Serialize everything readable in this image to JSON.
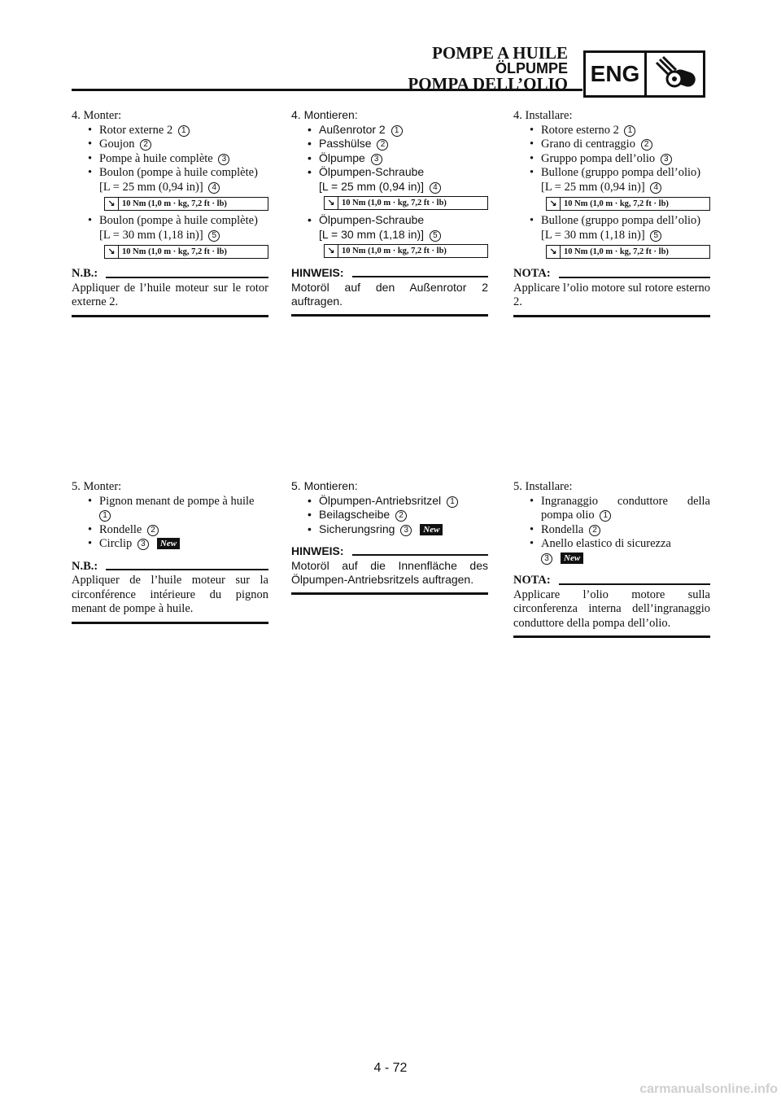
{
  "header": {
    "title_fr": "POMPE A HUILE",
    "title_de": "ÖLPUMPE",
    "title_it": "POMPA DELL’OLIO",
    "section_label": "ENG",
    "section_icon": "engine-crankshaft-icon"
  },
  "torque_value": "10 Nm (1,0 m · kg, 7,2 ft · lb)",
  "new_badge": "New",
  "fr": {
    "step4": {
      "head": "4.  Monter:",
      "i1": "Rotor externe 2",
      "i1n": "1",
      "i2": "Goujon",
      "i2n": "2",
      "i3": "Pompe à huile complète",
      "i3n": "3",
      "i4": "Boulon (pompe à huile complète)",
      "i4b": "[L = 25 mm (0,94 in)]",
      "i4n": "4",
      "i5": "Boulon (pompe à huile complète)",
      "i5b": "[L = 30 mm (1,18 in)]",
      "i5n": "5",
      "note_label": "N.B.:",
      "note_text": "Appliquer de l’huile moteur sur le rotor externe 2."
    },
    "step5": {
      "head": "5.  Monter:",
      "i1": "Pignon menant de pompe à huile",
      "i1n": "1",
      "i2": "Rondelle",
      "i2n": "2",
      "i3": "Circlip",
      "i3n": "3",
      "note_label": "N.B.:",
      "note_text": "Appliquer de l’huile moteur sur la circonférence intérieure du pignon menant de pompe à huile."
    }
  },
  "de": {
    "step4": {
      "head": "4.  Montieren:",
      "i1": "Außenrotor 2",
      "i1n": "1",
      "i2": "Passhülse",
      "i2n": "2",
      "i3": "Ölpumpe",
      "i3n": "3",
      "i4": "Ölpumpen-Schraube",
      "i4b": "[L = 25 mm (0,94 in)]",
      "i4n": "4",
      "i5": "Ölpumpen-Schraube",
      "i5b": "[L = 30 mm (1,18 in)]",
      "i5n": "5",
      "note_label": "HINWEIS:",
      "note_text": "Motoröl auf den Außenrotor 2 auftragen."
    },
    "step5": {
      "head": "5.  Montieren:",
      "i1": "Ölpumpen-Antriebsritzel",
      "i1n": "1",
      "i2": "Beilagscheibe",
      "i2n": "2",
      "i3": "Sicherungsring",
      "i3n": "3",
      "note_label": "HINWEIS:",
      "note_text": "Motoröl auf die Innenfläche des Ölpumpen-Antriebsritzels auftragen."
    }
  },
  "it": {
    "step4": {
      "head": "4.  Installare:",
      "i1": "Rotore esterno 2",
      "i1n": "1",
      "i2": "Grano di centraggio",
      "i2n": "2",
      "i3": "Gruppo pompa dell’olio",
      "i3n": "3",
      "i4": "Bullone (gruppo pompa dell’olio)",
      "i4b": "[L = 25 mm (0,94 in)]",
      "i4n": "4",
      "i5": "Bullone (gruppo pompa dell’olio)",
      "i5b": "[L = 30 mm (1,18 in)]",
      "i5n": "5",
      "note_label": "NOTA:",
      "note_text": "Applicare l’olio motore sul rotore esterno 2."
    },
    "step5": {
      "head": "5.  Installare:",
      "i1": "Ingranaggio conduttore della pompa olio",
      "i1n": "1",
      "i2": "Rondella",
      "i2n": "2",
      "i3": "Anello elastico di sicurezza",
      "i3n": "3",
      "note_label": "NOTA:",
      "note_text": "Applicare l’olio motore sulla circonferenza interna dell’ingranaggio conduttore della pompa dell’olio."
    }
  },
  "page_number": "4 - 72",
  "watermark": "carmanualsonline.info"
}
